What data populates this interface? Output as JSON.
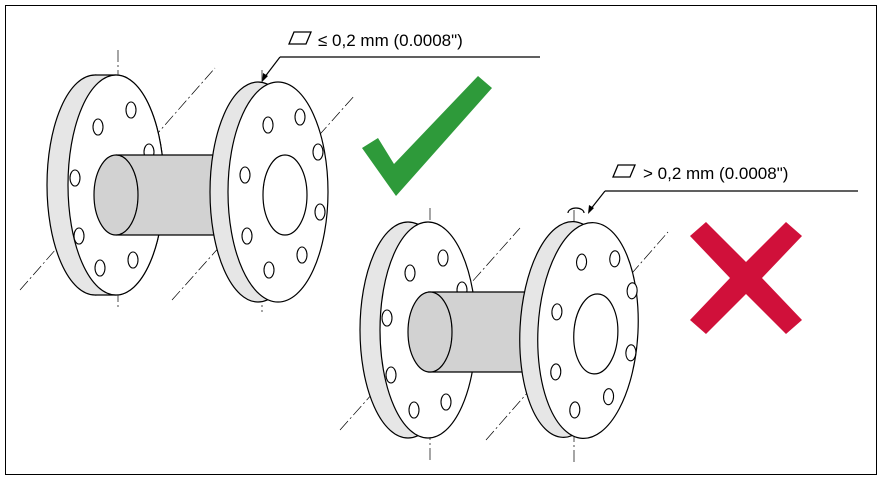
{
  "callout_ok": {
    "icon": "flatness-symbol",
    "text": "≤ 0,2 mm (0.0008\")"
  },
  "callout_bad": {
    "icon": "flatness-symbol",
    "text": "> 0,2 mm (0.0008\")"
  },
  "verdict_ok": {
    "icon": "checkmark-icon",
    "color": "#2e9a3a"
  },
  "verdict_bad": {
    "icon": "cross-icon",
    "color": "#d0103a"
  },
  "colors": {
    "flange_rim": "#e6e6e6",
    "flange_face": "#ffffff",
    "pipe": "#d2d2d2",
    "stroke": "#000000"
  }
}
